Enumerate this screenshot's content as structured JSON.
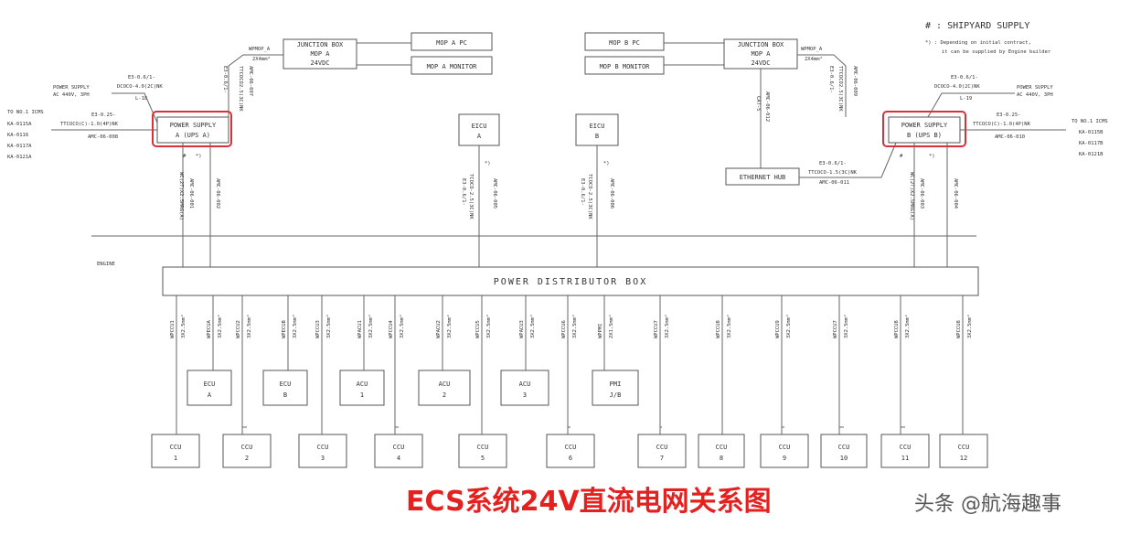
{
  "legend": {
    "line1": "# : SHIPYARD SUPPLY",
    "line2": "*) : Depending on initial contract,",
    "line3": "it can be supplied by Engine builder"
  },
  "engine_label": "ENGINE",
  "pdb_label": "POWER DISTRIBUTOR BOX",
  "left": {
    "ps_line1": "POWER SUPPLY",
    "ps_line2": "A (UPS A)",
    "ac_line1": "POWER SUPPLY",
    "ac_line2": "AC 440V, 3PH",
    "ac_cable1": "E3-0.6/1-",
    "ac_cable2": "DCOCO-4.0(2C)NK",
    "ac_cable3": "L-18",
    "ems_cable1": "E3-0.25-",
    "ems_cable2": "TTCOCO(C)-1.0(4P)NK",
    "ems_cable3": "AMC-06-008",
    "to_label": "TO NO.1 ICMS",
    "to_items": [
      "KA-0115A",
      "KA-0116",
      "KA-0117A",
      "KA-0121A"
    ],
    "hub_cable1": "E3-0.6/1-",
    "hub_cable2": "TTCOCO2.5(3C)NK",
    "hub_cable3": "AMC-06-007",
    "wpmop": "WPMOP_A",
    "wpmop2": "2X4mm²",
    "jb_line1": "JUNCTION BOX",
    "jb_line2": "MOP A",
    "jb_line3": "24VDC",
    "mop_pc": "MOP A PC",
    "mop_mon": "MOP A MONITOR",
    "down_cable1": "WC(2T)X2.5MRG(A)",
    "down_cable2": "AMC-06-001",
    "down_cable3": "AMC-06-002"
  },
  "right": {
    "ps_line1": "POWER SUPPLY",
    "ps_line2": "B (UPS B)",
    "ac_line1": "POWER SUPPLY",
    "ac_line2": "AC 440V, 3PH",
    "ac_cable1": "E3-0.6/1-",
    "ac_cable2": "DCOCO-4.0(2C)NK",
    "ac_cable3": "L-19",
    "ems_cable1": "E3-0.25-",
    "ems_cable2": "TTCOCO(C)-1.0(4P)NK",
    "ems_cable3": "AMC-06-010",
    "to_label": "TO NO.1 ICMS",
    "to_items": [
      "KA-0115B",
      "KA-0117B",
      "KA-0121B"
    ],
    "hub_cable1": "E3-0.6/1-",
    "hub_cable2": "TTCOCO2.5(3C)NK",
    "hub_cable3": "AMC-06-009",
    "wpmop": "WPMOP_A",
    "wpmop2": "2X4mm²",
    "jb_line1": "JUNCTION BOX",
    "jb_line2": "MOP A",
    "jb_line3": "24VDC",
    "mop_pc": "MOP B PC",
    "mop_mon": "MOP B MONITOR",
    "down_cable1": "WC(2T)X2.5MRG(A)",
    "down_cable2": "AMC-06-003",
    "down_cable3": "AMC-06-004",
    "cat5_1": "CAT-5",
    "cat5_2": "AMC-06-012",
    "eth_label": "ETHERNET HUB",
    "eth_cable1": "E3-0.6/1-",
    "eth_cable2": "TTCOCO-1.5(3C)NK",
    "eth_cable3": "AMC-06-011"
  },
  "eicu": [
    {
      "line1": "EICU",
      "line2": "A",
      "cable1": "E3-0.6/1-",
      "cable2": "TCOCO-2.5(3C)NK",
      "cable3": "AMC-06-005"
    },
    {
      "line1": "EICU",
      "line2": "B",
      "cable1": "E3-0.6/1-",
      "cable2": "TCOCO-2.5(3C)NK",
      "cable3": "AMC-06-006"
    }
  ],
  "mark_star": "*)",
  "mark_hash": "#",
  "mid_units": [
    {
      "line1": "ECU",
      "line2": "A"
    },
    {
      "line1": "ECU",
      "line2": "B"
    },
    {
      "line1": "ACU",
      "line2": "1"
    },
    {
      "line1": "ACU",
      "line2": "2"
    },
    {
      "line1": "ACU",
      "line2": "3"
    },
    {
      "line1": "PMI",
      "line2": "J/B"
    }
  ],
  "ccu": [
    {
      "line1": "CCU",
      "line2": "1"
    },
    {
      "line1": "CCU",
      "line2": "2"
    },
    {
      "line1": "CCU",
      "line2": "3"
    },
    {
      "line1": "CCU",
      "line2": "4"
    },
    {
      "line1": "CCU",
      "line2": "5"
    },
    {
      "line1": "CCU",
      "line2": "6"
    },
    {
      "line1": "CCU",
      "line2": "7"
    },
    {
      "line1": "CCU",
      "line2": "8"
    },
    {
      "line1": "CCU",
      "line2": "9"
    },
    {
      "line1": "CCU",
      "line2": "10"
    },
    {
      "line1": "CCU",
      "line2": "11"
    },
    {
      "line1": "CCU",
      "line2": "12"
    }
  ],
  "branch_cables": [
    {
      "tag": "WPCCU1",
      "spec": "3X2.5mm²"
    },
    {
      "tag": "WPECUA",
      "spec": "3X2.5mm²"
    },
    {
      "tag": "WPCCU2",
      "spec": "3X2.5mm²"
    },
    {
      "tag": "WPECUB",
      "spec": "3X2.5mm²"
    },
    {
      "tag": "WPCCU3",
      "spec": "3X2.5mm²"
    },
    {
      "tag": "WPACU1",
      "spec": "3X2.5mm²"
    },
    {
      "tag": "WPCCU4",
      "spec": "3X2.5mm²"
    },
    {
      "tag": "WPACU2",
      "spec": "3X2.5mm²"
    },
    {
      "tag": "WPCCU5",
      "spec": "3X2.5mm²"
    },
    {
      "tag": "WPACU3",
      "spec": "3X2.5mm²"
    },
    {
      "tag": "WPCCU6",
      "spec": "3X2.5mm²"
    },
    {
      "tag": "WPPMI",
      "spec": "2X1.5mm²"
    },
    {
      "tag": "WPCCU7",
      "spec": "3X2.5mm²"
    },
    {
      "tag": "WPCCU8",
      "spec": "3X2.5mm²"
    },
    {
      "tag": "WPCCU9",
      "spec": "3X2.5mm²"
    },
    {
      "tag": "WPCCU7",
      "spec": "3X2.5mm²"
    },
    {
      "tag": "WPCCU8",
      "spec": "3X2.5mm²"
    },
    {
      "tag": "WPCCU8",
      "spec": "3X2.5mm²"
    }
  ],
  "caption": "ECS系统24V直流电网关系图",
  "watermark": "头条 @航海趣事",
  "colors": {
    "highlight": "#d9303a",
    "caption": "#e5211f"
  }
}
